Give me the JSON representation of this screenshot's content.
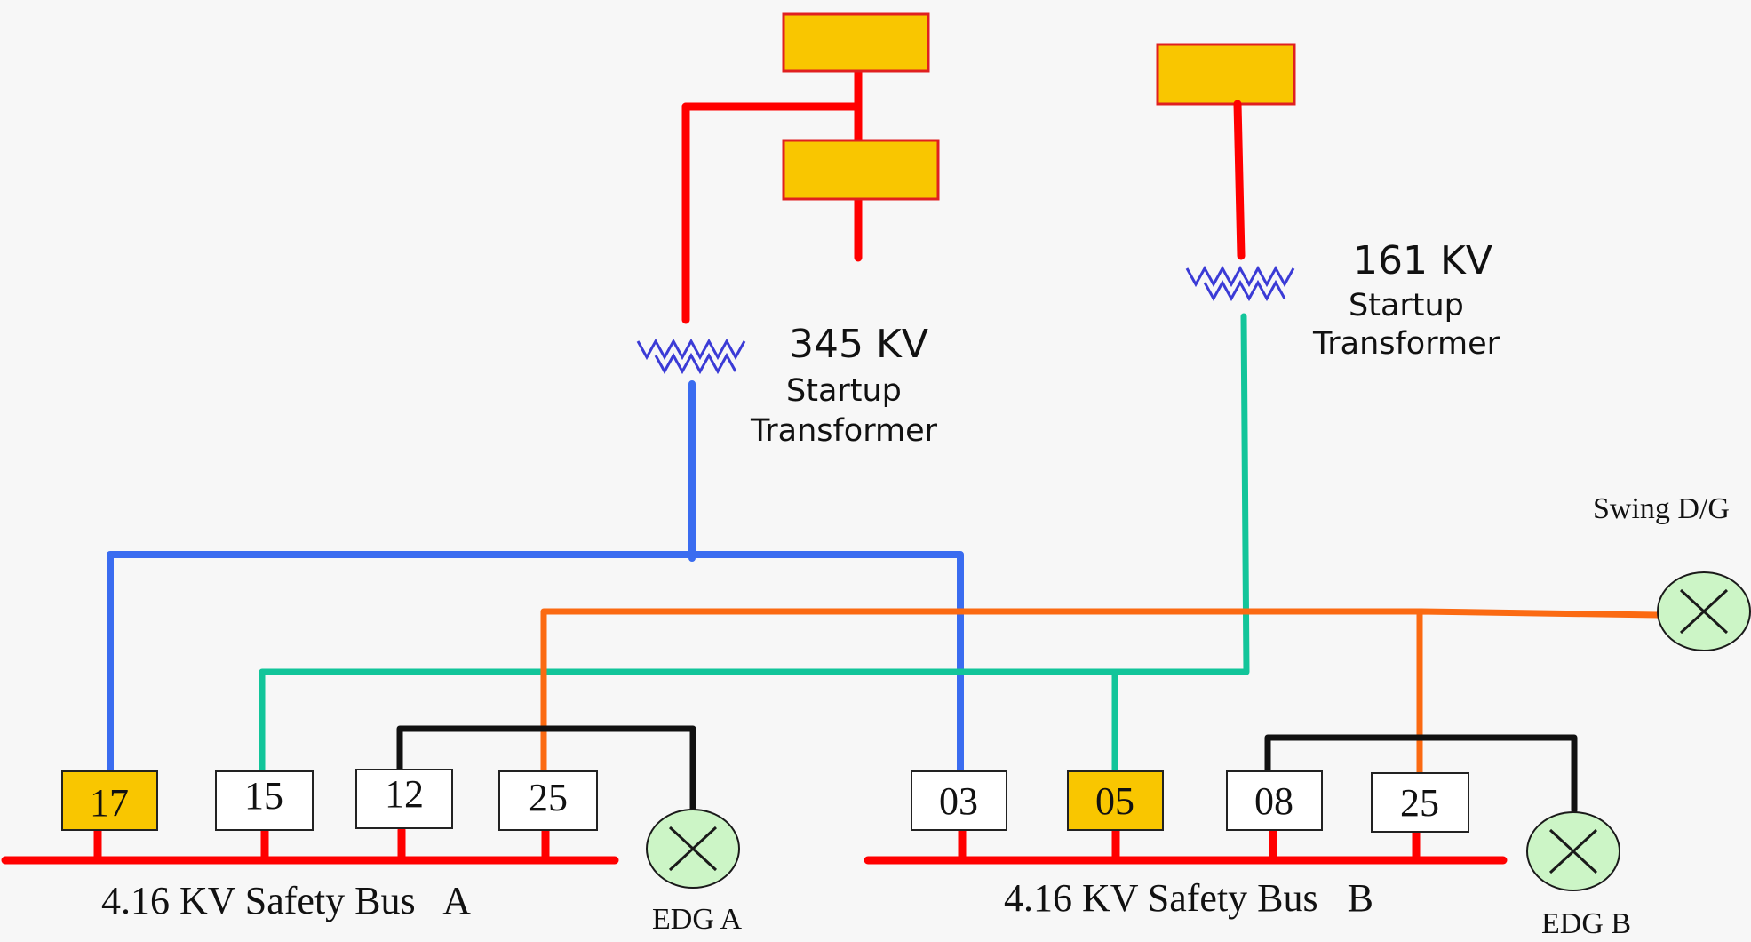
{
  "colors": {
    "red_circuit": "#ff0000",
    "blue_circuit": "#3a6cf0",
    "green_circuit": "#12c59a",
    "orange_circuit": "#fb6a12",
    "black_circuit": "#111111",
    "breaker_closed_fill": "#f9c600",
    "breaker_open_fill": "#ffffff",
    "generator_fill": "#ccf5c6"
  },
  "transformers": {
    "kv345": {
      "kv": "345 KV",
      "line1": "Startup",
      "line2": "Transformer"
    },
    "kv161": {
      "kv": "161 KV",
      "line1": "Startup",
      "line2": "Transformer"
    }
  },
  "swing_dg": {
    "label": "Swing D/G"
  },
  "bus_a": {
    "label": "4.16 KV Safety Bus   A",
    "edg_label": "EDG A",
    "breakers": [
      {
        "id": "17",
        "closed": true
      },
      {
        "id": "15",
        "closed": false
      },
      {
        "id": "12",
        "closed": false
      },
      {
        "id": "25",
        "closed": false
      }
    ]
  },
  "bus_b": {
    "label": "4.16 KV Safety Bus   B",
    "edg_label": "EDG B",
    "breakers": [
      {
        "id": "03",
        "closed": false
      },
      {
        "id": "05",
        "closed": true
      },
      {
        "id": "08",
        "closed": false
      },
      {
        "id": "25",
        "closed": false
      }
    ]
  }
}
